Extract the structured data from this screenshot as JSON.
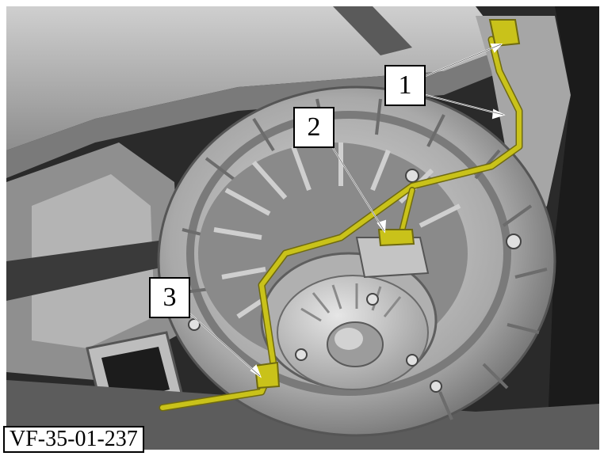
{
  "figure": {
    "reference_code": "VF-35-01-237",
    "callouts": [
      {
        "id": "1",
        "label": "1"
      },
      {
        "id": "2",
        "label": "2"
      },
      {
        "id": "3",
        "label": "3"
      }
    ]
  },
  "colors": {
    "harness": "#c9c21a",
    "harness_shadow": "#6f6a10",
    "housing_light": "#c8c8c8",
    "housing_mid": "#9a9a9a",
    "housing_dark": "#4a4a4a",
    "background_dark": "#1e1e1e"
  }
}
